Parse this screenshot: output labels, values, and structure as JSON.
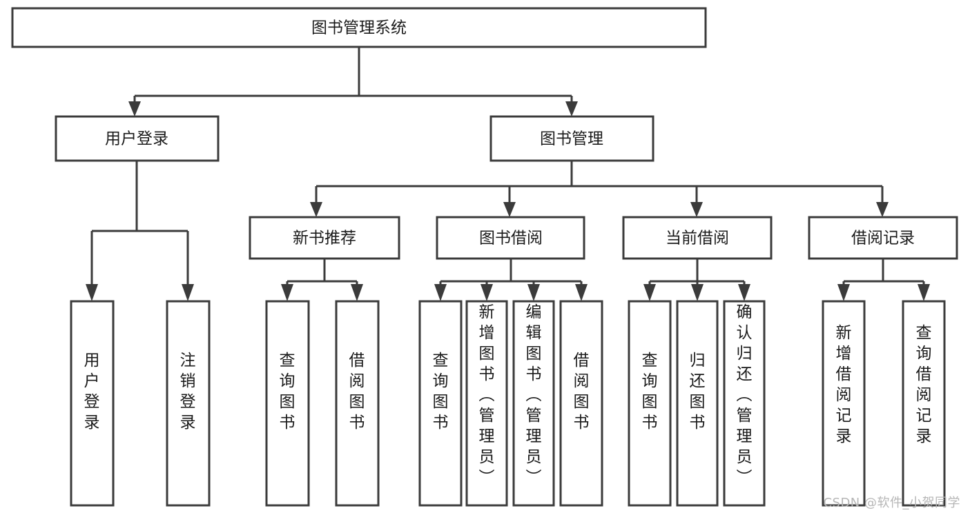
{
  "diagram": {
    "title": "图书管理系统",
    "type": "tree-hierarchy",
    "root": {
      "label": "图书管理系统"
    },
    "level2": [
      {
        "label": "用户登录"
      },
      {
        "label": "图书管理"
      }
    ],
    "level3": [
      {
        "label": "新书推荐"
      },
      {
        "label": "图书借阅"
      },
      {
        "label": "当前借阅"
      },
      {
        "label": "借阅记录"
      }
    ],
    "leaves": {
      "user_login": [
        {
          "label": "用户登录"
        },
        {
          "label": "注销登录"
        }
      ],
      "new_book_recommend": [
        {
          "label": "查询图书"
        },
        {
          "label": "借阅图书"
        }
      ],
      "book_borrow": [
        {
          "label": "查询图书"
        },
        {
          "label": "新增图书（管理员）"
        },
        {
          "label": "编辑图书（管理员）"
        },
        {
          "label": "借阅图书"
        }
      ],
      "current_borrow": [
        {
          "label": "查询图书"
        },
        {
          "label": "归还图书"
        },
        {
          "label": "确认归还（管理员）"
        }
      ],
      "borrow_record": [
        {
          "label": "新增借阅记录"
        },
        {
          "label": "查询借阅记录"
        }
      ]
    }
  },
  "watermark": {
    "text": "CSDN @软件_小贺同学"
  },
  "colors": {
    "stroke": "#3b3b3b",
    "box_fill": "#ffffff",
    "text": "#1a1a1a",
    "watermark": "#b6b6b6",
    "background": "#ffffff"
  }
}
